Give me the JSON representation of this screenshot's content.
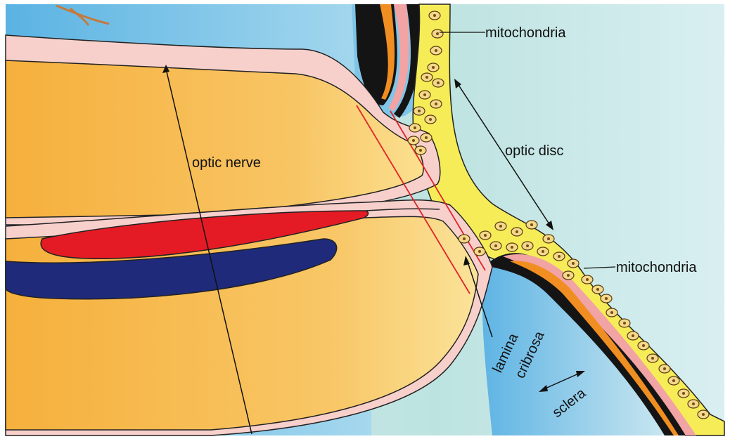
{
  "labels": {
    "mitochondria_top": "mitochondria",
    "optic_disc": "optic disc",
    "optic_nerve": "optic nerve",
    "mitochondria_right": "mitochondria",
    "lamina": "lamina",
    "cribrosa": "cribrosa",
    "sclera": "sclera"
  },
  "colors": {
    "background": "#ffffff",
    "vitreous_light": "#d6eef2",
    "vitreous_teal": "#aedcd4",
    "choroid_blue": "#79c1e6",
    "nerve_orange": "#f7b443",
    "nerve_light": "#fbd586",
    "meninges_pink": "#f7d0cc",
    "mito_yellow": "#f6ec58",
    "artery_red": "#e41b25",
    "vein_blue": "#1f2a7a",
    "retina_black": "#141414",
    "retina_orange": "#f08e22",
    "lamina_line": "#e0232a"
  },
  "icons": [
    "mitochondrion-icon"
  ]
}
